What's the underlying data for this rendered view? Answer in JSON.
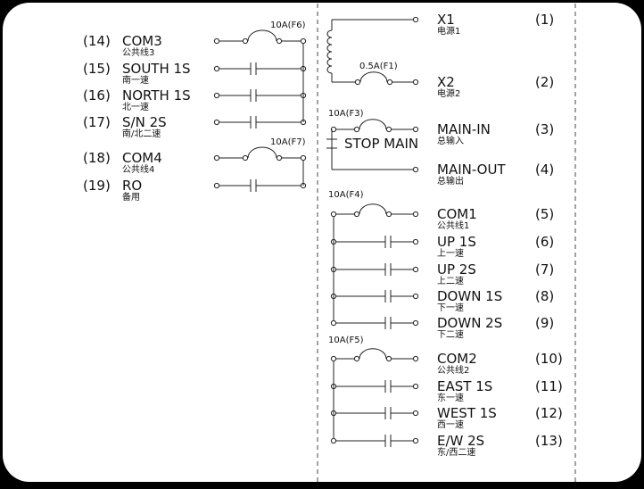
{
  "left_terminals": [
    {
      "num": "(14)",
      "name": "COM3",
      "cn": "公共线3",
      "kind": "fuse",
      "fuse": "10A(F6)"
    },
    {
      "num": "(15)",
      "name": "SOUTH 1S",
      "cn": "南一速",
      "kind": "contact"
    },
    {
      "num": "(16)",
      "name": "NORTH 1S",
      "cn": "北一速",
      "kind": "contact"
    },
    {
      "num": "(17)",
      "name": "S/N 2S",
      "cn": "南/北二速",
      "kind": "contact"
    },
    {
      "num": "(18)",
      "name": "COM4",
      "cn": "公共线4",
      "kind": "fuse",
      "fuse": "10A(F7)"
    },
    {
      "num": "(19)",
      "name": "RO",
      "cn": "备用",
      "kind": "contact"
    }
  ],
  "right_top": [
    {
      "num": "(1)",
      "name": "X1",
      "cn": "电源1"
    },
    {
      "num": "(2)",
      "name": "X2",
      "cn": "电源2"
    },
    {
      "num": "(3)",
      "name": "MAIN-IN",
      "cn": "总输入"
    },
    {
      "num": "(4)",
      "name": "MAIN-OUT",
      "cn": "总输出"
    }
  ],
  "power_fuse": "0.5A(F1)",
  "main_fuse": "10A(F3)",
  "stop_main_label": "STOP MAIN",
  "right_groups": [
    {
      "fuse": "10A(F4)",
      "rows": [
        {
          "num": "(5)",
          "name": "COM1",
          "cn": "公共线1",
          "kind": "fuse"
        },
        {
          "num": "(6)",
          "name": "UP 1S",
          "cn": "上一速",
          "kind": "contact"
        },
        {
          "num": "(7)",
          "name": "UP 2S",
          "cn": "上二速",
          "kind": "contact"
        },
        {
          "num": "(8)",
          "name": "DOWN 1S",
          "cn": "下一速",
          "kind": "contact"
        },
        {
          "num": "(9)",
          "name": "DOWN 2S",
          "cn": "下二速",
          "kind": "contact"
        }
      ]
    },
    {
      "fuse": "10A(F5)",
      "rows": [
        {
          "num": "(10)",
          "name": "COM2",
          "cn": "公共线2",
          "kind": "fuse"
        },
        {
          "num": "(11)",
          "name": "EAST 1S",
          "cn": "东一速",
          "kind": "contact"
        },
        {
          "num": "(12)",
          "name": "WEST 1S",
          "cn": "西一速",
          "kind": "contact"
        },
        {
          "num": "(13)",
          "name": "E/W 2S",
          "cn": "东/西二速",
          "kind": "contact"
        }
      ]
    }
  ]
}
